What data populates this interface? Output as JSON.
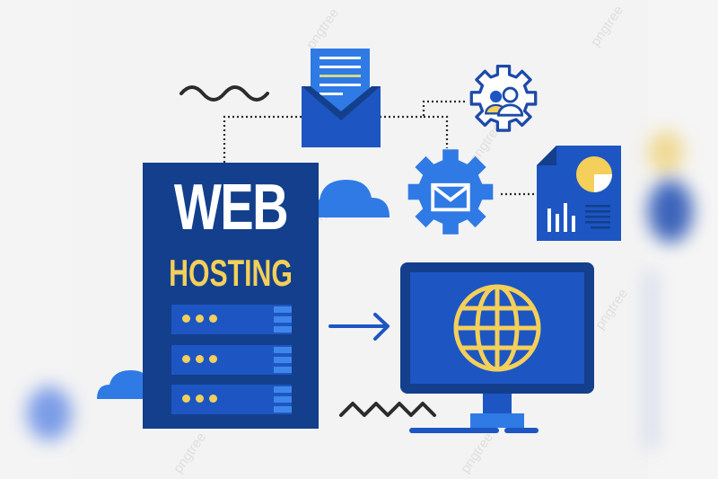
{
  "illustration": {
    "title_line1": "WEB",
    "title_line2": "HOSTING",
    "watermark": "pngtree",
    "server_racks": [
      {
        "leds": 3
      },
      {
        "leds": 3
      },
      {
        "leds": 3
      }
    ],
    "icons": [
      "envelope-document-icon",
      "users-gear-icon",
      "mail-gear-icon",
      "report-document-icon",
      "monitor-globe-icon",
      "cloud-icon",
      "arrow-right-icon"
    ]
  },
  "colors": {
    "background": "#f3f3f3",
    "navy": "#133f8c",
    "blue": "#1d56c2",
    "light_blue": "#2f7ae5",
    "yellow": "#f4cf5a",
    "dark_line": "#2b2b2b"
  }
}
